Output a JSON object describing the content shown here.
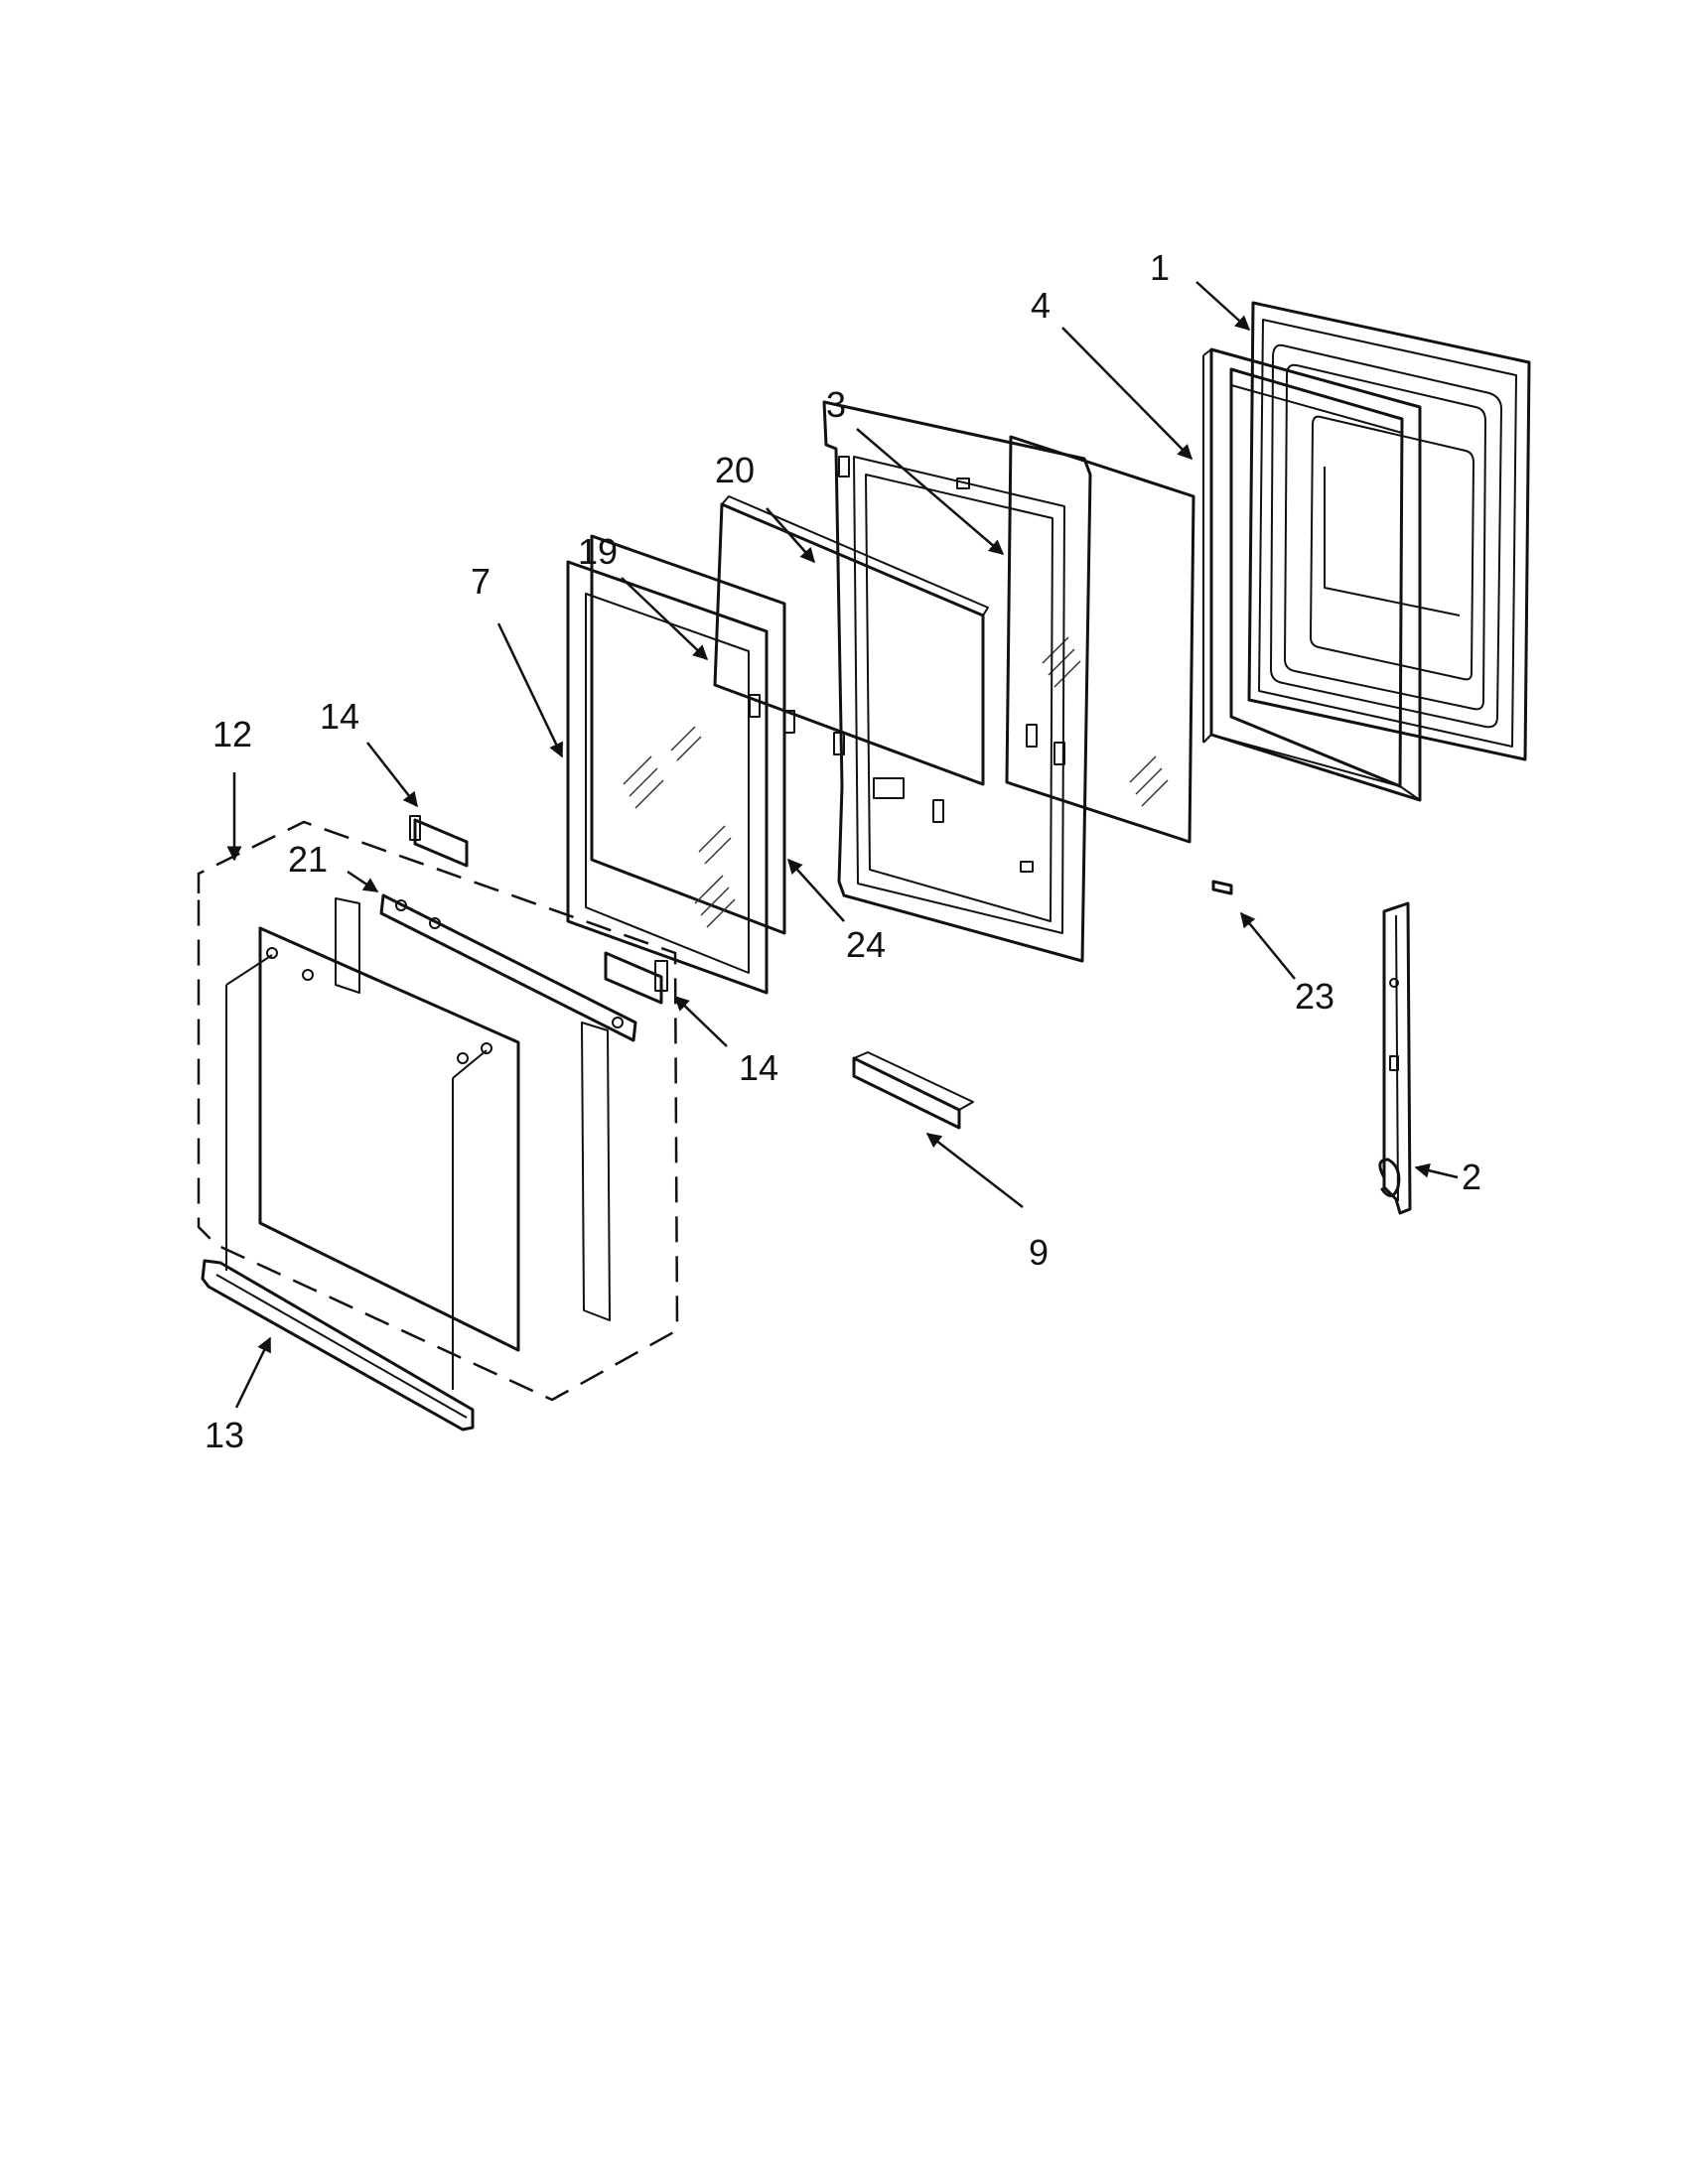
{
  "diagram": {
    "callouts": [
      {
        "id": "c1",
        "label": "1"
      },
      {
        "id": "c4",
        "label": "4"
      },
      {
        "id": "c3",
        "label": "3"
      },
      {
        "id": "c20",
        "label": "20"
      },
      {
        "id": "c19",
        "label": "19"
      },
      {
        "id": "c7",
        "label": "7"
      },
      {
        "id": "c12",
        "label": "12"
      },
      {
        "id": "c14a",
        "label": "14"
      },
      {
        "id": "c21",
        "label": "21"
      },
      {
        "id": "c24",
        "label": "24"
      },
      {
        "id": "c14b",
        "label": "14"
      },
      {
        "id": "c23",
        "label": "23"
      },
      {
        "id": "c2",
        "label": "2"
      },
      {
        "id": "c9",
        "label": "9"
      },
      {
        "id": "c13",
        "label": "13"
      }
    ]
  }
}
